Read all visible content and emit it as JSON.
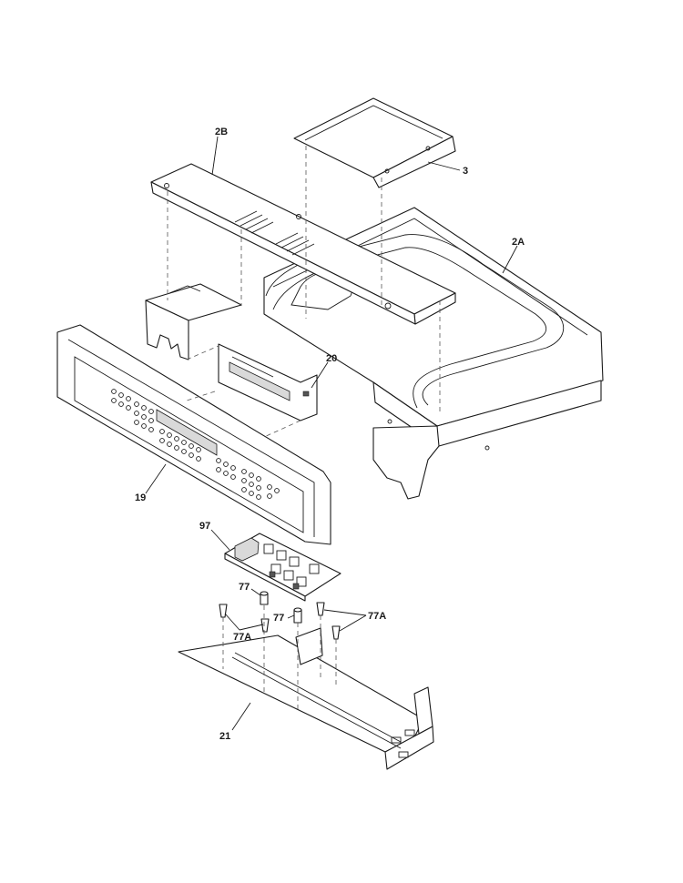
{
  "callouts": {
    "c_2B": "2B",
    "c_3": "3",
    "c_2A": "2A",
    "c_20": "20",
    "c_19": "19",
    "c_97": "97",
    "c_77_left": "77",
    "c_77_center": "77",
    "c_77A_left": "77A",
    "c_77A_right": "77A",
    "c_21": "21"
  }
}
